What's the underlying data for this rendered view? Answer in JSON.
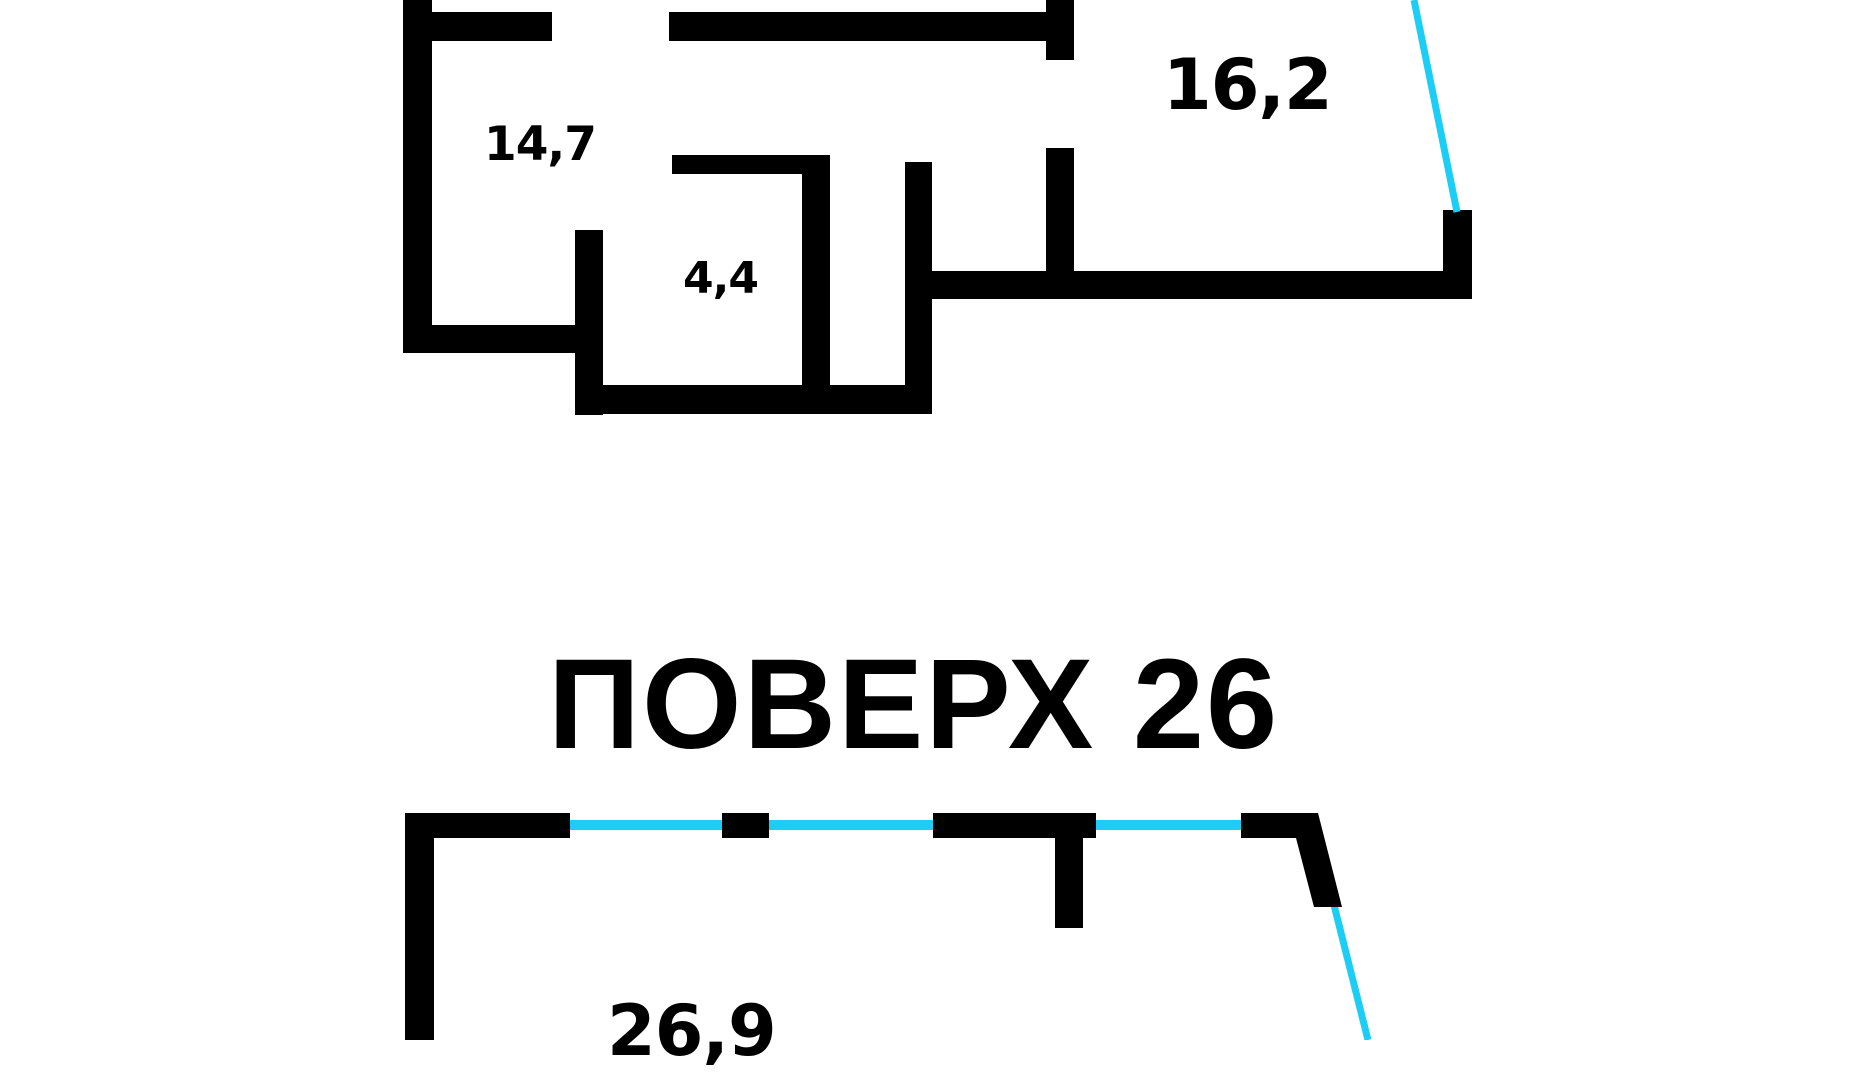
{
  "colors": {
    "wall": "#000000",
    "window": "#1ccdf5",
    "background": "#ffffff"
  },
  "upper_plan": {
    "rooms": [
      {
        "id": "room-14-7",
        "area": "14,7"
      },
      {
        "id": "room-4-4",
        "area": "4,4"
      },
      {
        "id": "room-16-2",
        "area": "16,2"
      }
    ]
  },
  "floor_title": "ПОВЕРХ 26",
  "lower_plan": {
    "rooms": [
      {
        "id": "room-26-9",
        "area": "26,9"
      }
    ]
  }
}
